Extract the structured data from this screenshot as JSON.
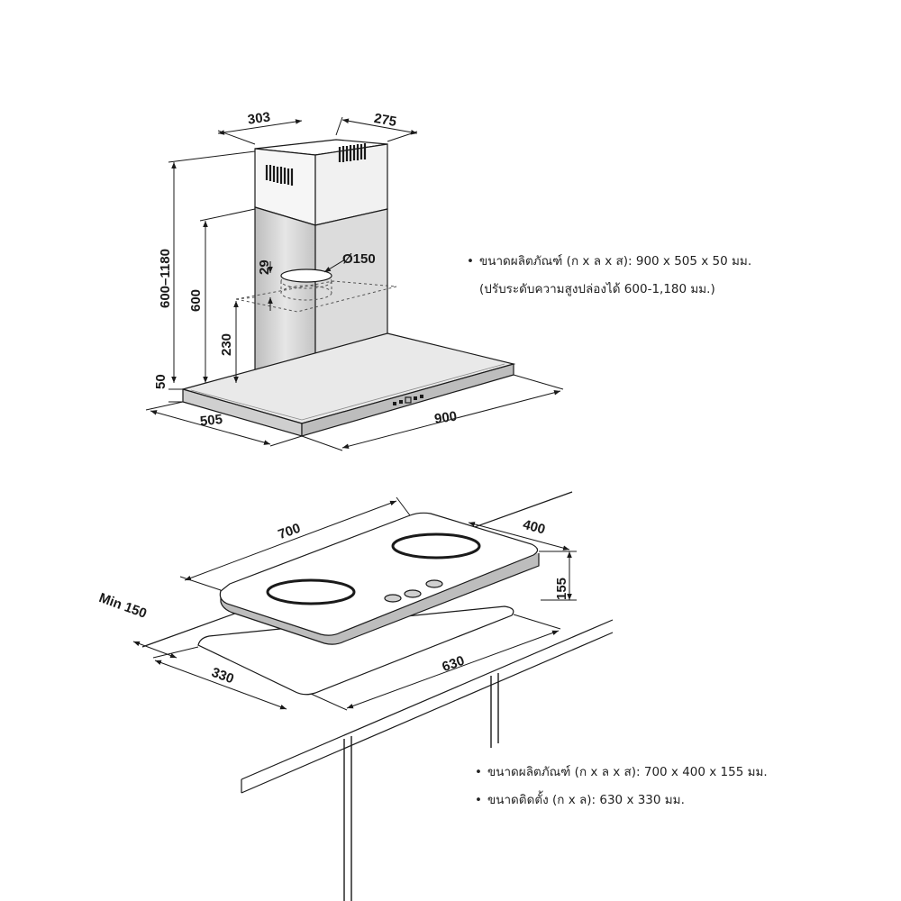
{
  "hood": {
    "dims": {
      "d303": "303",
      "d275": "275",
      "d150": "Ø150",
      "d29": "29",
      "d600_1180": "600–1180",
      "d600": "600",
      "d230": "230",
      "d50": "50",
      "d505": "505",
      "d900": "900"
    },
    "spec_line1": "ขนาดผลิตภัณฑ์ (ก x ล x ส): 900 x 505 x 50 มม.",
    "spec_line2": "(ปรับระดับความสูงปล่องได้ 600-1,180 มม.)"
  },
  "hob": {
    "dims": {
      "d700": "700",
      "d400": "400",
      "d155": "155",
      "min150": "Min 150",
      "d630": "630",
      "d330": "330"
    },
    "spec_line1": "ขนาดผลิตภัณฑ์ (ก x ล x ส): 700 x 400 x 155 มม.",
    "spec_line2": "ขนาดติดตั้ง (ก x ล): 630 x 330 มม."
  },
  "bullet": "•",
  "colors": {
    "line": "#1a1a1a",
    "steel": "#d8d8d8",
    "steel_dark": "#9a9a9a",
    "dash": "#555555"
  }
}
